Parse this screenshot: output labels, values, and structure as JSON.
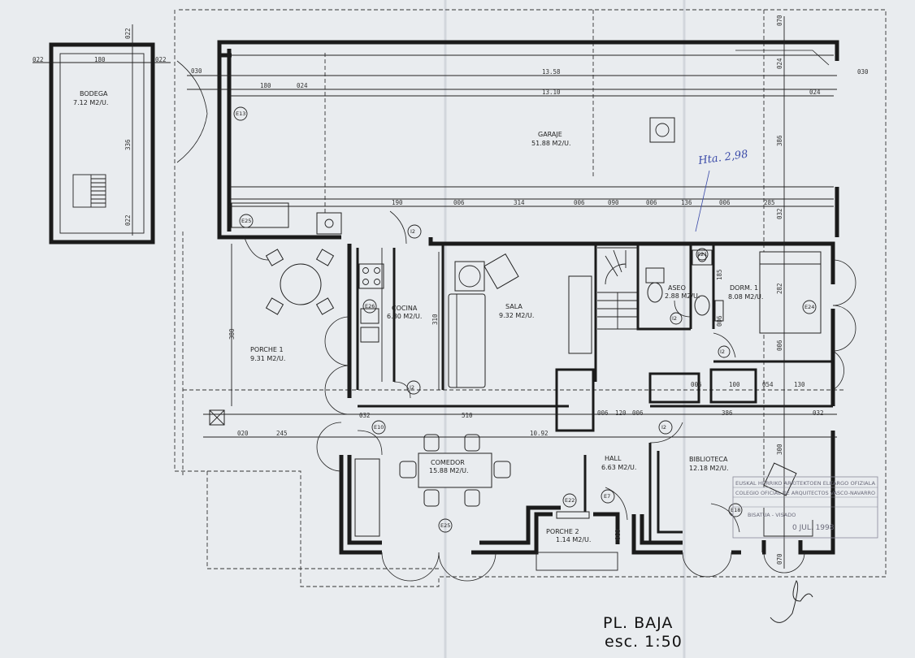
{
  "sheet": {
    "title": "PL. BAJA",
    "scale": "esc. 1:50",
    "handwritten_note": "Hta. 2,98"
  },
  "bodega": {
    "name": "BODEGA",
    "area": "7.12 M2/U.",
    "dims": {
      "width": "180",
      "height": "336",
      "wall_left": "022",
      "wall_right": "022",
      "wall_top": "022",
      "wall_bottom": "022"
    }
  },
  "rooms": {
    "garaje": {
      "name": "GARAJE",
      "area": "51.88 M2/U."
    },
    "cocina": {
      "name": "COCINA",
      "area": "6.80 M2/U."
    },
    "sala": {
      "name": "SALA",
      "area": "9.32 M2/U."
    },
    "aseo": {
      "name": "ASEO",
      "area": "2.88 M2/U."
    },
    "dorm1": {
      "name": "DORM. 1",
      "area": "8.08 M2/U."
    },
    "porche1": {
      "name": "PORCHE 1",
      "area": "9.31 M2/U."
    },
    "comedor": {
      "name": "COMEDOR",
      "area": "15.88 M2/U."
    },
    "hall": {
      "name": "HALL",
      "area": "6.63 M2/U."
    },
    "biblioteca": {
      "name": "BIBLIOTECA",
      "area": "12.18 M2/U."
    },
    "porche2": {
      "name": "PORCHE 2",
      "area": "1.14 M2/U."
    }
  },
  "dimensions": {
    "top_outer": "13.58",
    "top_inner": "13.10",
    "top_180": "180",
    "top_024": "024",
    "top_030_left": "030",
    "top_030_right": "030",
    "top_024_right": "024",
    "right_070": "070",
    "right_024": "024",
    "right_386": "386",
    "right_032": "032",
    "row_mid": [
      "190",
      "006",
      "314",
      "006",
      "090",
      "006",
      "136",
      "006",
      "285"
    ],
    "cocina_310": "310",
    "porche_380": "380",
    "aseo_185": "185",
    "dorm_282": "282",
    "dorm_006a": "006",
    "dorm_006b": "006",
    "closet_006": "006",
    "closet_100": "100",
    "closet_054": "054",
    "closet_130": "130",
    "row_lower": [
      "032",
      "510",
      "006",
      "120",
      "006",
      "386",
      "032"
    ],
    "left_020": "020",
    "left_245": "245",
    "total_1092": "10.92",
    "bib_300": "300",
    "hall_060": "060",
    "bottom_070": "070"
  },
  "tags": [
    "E13",
    "E25",
    "I2",
    "E26",
    "E24",
    "E21",
    "I2",
    "I2",
    "I2",
    "E10",
    "I2",
    "E22",
    "E7",
    "E25",
    "E18"
  ],
  "stamp": {
    "line1": "EUSKAL HERRIKO ARKITEKTOEN ELKARGO OFIZIALA",
    "line2": "COLEGIO OFICIAL DE ARQUITECTOS VASCO-NAVARRO",
    "line3": "BISATUA - VISADO",
    "date": "0 JUL. 1998"
  }
}
